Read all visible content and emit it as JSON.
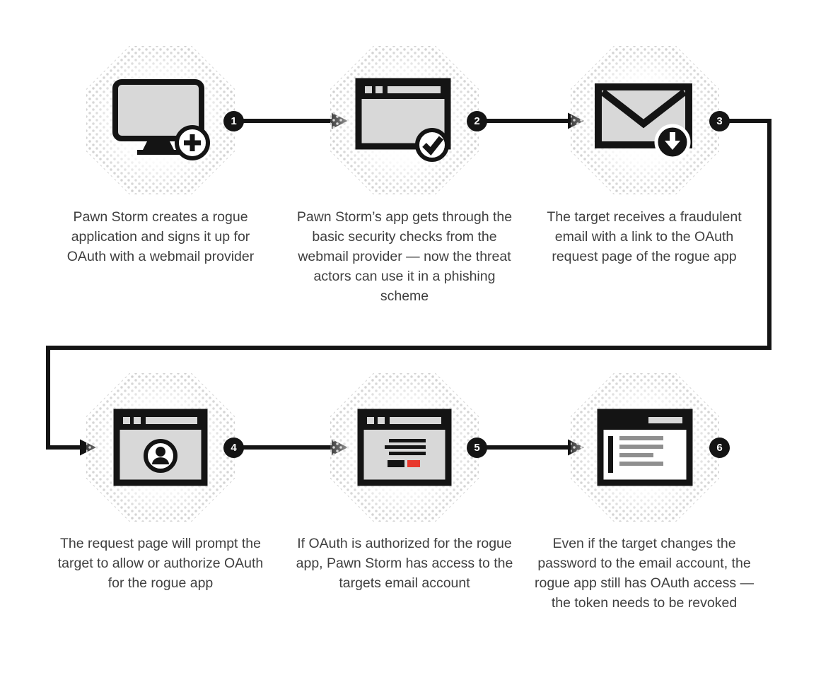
{
  "diagram": {
    "type": "flow",
    "topic": "Pawn Storm rogue OAuth app phishing flow"
  },
  "colors": {
    "line": "#141414",
    "text": "#3f3f3f",
    "icon_fill": "#d8d8d8",
    "accent_red": "#e8392e",
    "halftone_dot": "#c9c9c9"
  },
  "steps": [
    {
      "number": "1",
      "icon": "monitor-plus-icon",
      "caption": "Pawn Storm creates a rogue application and signs it up for OAuth with a webmail provider"
    },
    {
      "number": "2",
      "icon": "browser-check-icon",
      "caption": "Pawn Storm’s app gets through the basic security checks from the webmail provider — now the threat actors can use it in a phishing scheme"
    },
    {
      "number": "3",
      "icon": "email-download-icon",
      "caption": "The target receives a fraudulent email with a link to the OAuth request page of the rogue app"
    },
    {
      "number": "4",
      "icon": "browser-profile-icon",
      "caption": "The request page will prompt the target to allow or authorize OAuth for the rogue app"
    },
    {
      "number": "5",
      "icon": "browser-form-icon",
      "caption": "If OAuth is authorized for the rogue app, Pawn Storm has access to the targets email account"
    },
    {
      "number": "6",
      "icon": "browser-list-icon",
      "caption": "Even if the target changes the password to the email account, the rogue app still has OAuth access — the token needs to be revoked"
    }
  ]
}
